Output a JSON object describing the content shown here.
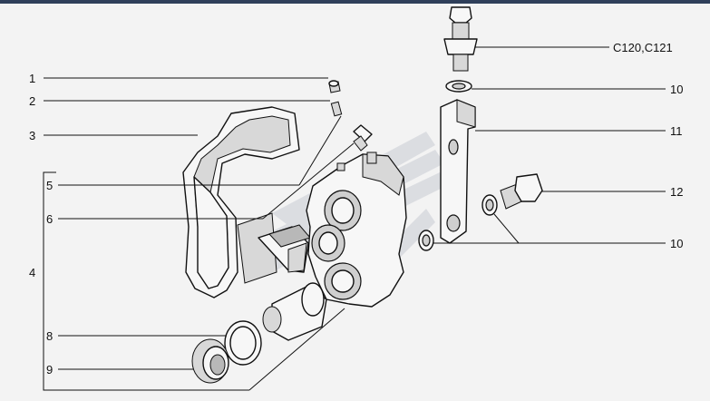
{
  "header": {
    "bar_color": "#2f3f5a"
  },
  "callouts": {
    "c1": "1",
    "c2": "2",
    "c3": "3",
    "c4": "4",
    "c5": "5",
    "c6": "6",
    "c8": "8",
    "c9": "9",
    "c10a": "10",
    "c10b": "10",
    "c11": "11",
    "c12": "12",
    "c120": "C120,C121"
  },
  "watermark": {
    "color": "#c9ccd4"
  }
}
